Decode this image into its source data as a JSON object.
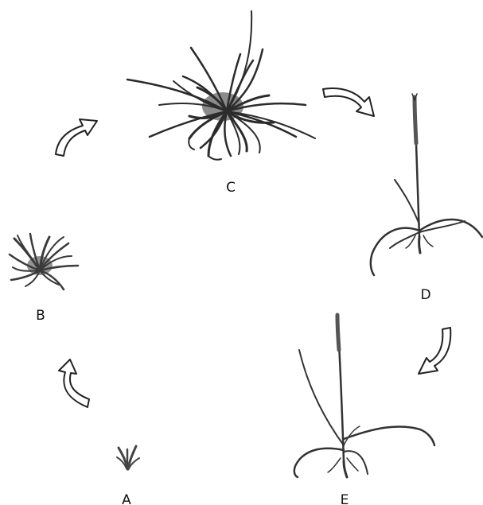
{
  "stages": [
    {
      "id": "A",
      "label": "A",
      "icon": "seedling-sprout-icon"
    },
    {
      "id": "B",
      "label": "B",
      "icon": "young-grass-tuft-icon"
    },
    {
      "id": "C",
      "label": "C",
      "icon": "mature-grass-clump-icon"
    },
    {
      "id": "D",
      "label": "D",
      "icon": "flowering-stalk-icon"
    },
    {
      "id": "E",
      "label": "E",
      "icon": "seeding-stalk-icon"
    }
  ],
  "arrows": [
    {
      "from": "A",
      "to": "B",
      "icon": "curved-arrow-icon"
    },
    {
      "from": "B",
      "to": "C",
      "icon": "curved-arrow-icon"
    },
    {
      "from": "C",
      "to": "D",
      "icon": "curved-arrow-icon"
    },
    {
      "from": "D",
      "to": "E",
      "icon": "curved-arrow-icon"
    }
  ],
  "colors": {
    "ink": "#111111",
    "plant_dark": "#2b2b2b",
    "plant_mid": "#5a5a5a",
    "plant_light": "#8a8a8a",
    "arrow_fill": "#ffffff",
    "background": "#ffffff"
  }
}
